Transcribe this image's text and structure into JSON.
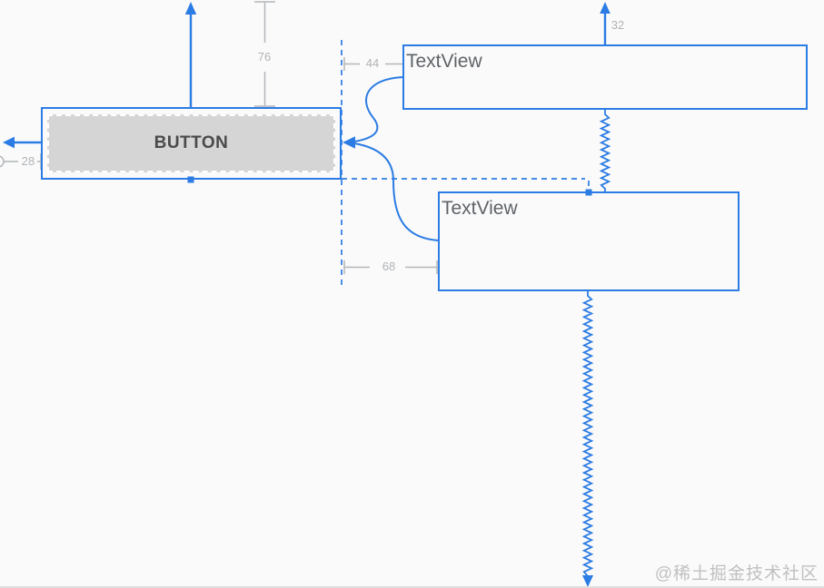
{
  "surface": {
    "watermark": "@稀土掘金技术社区"
  },
  "widgets": {
    "button": {
      "label": "BUTTON"
    },
    "textview_top": {
      "label": "TextView"
    },
    "textview_middle": {
      "label": "TextView"
    }
  },
  "margins": {
    "button_top": "76",
    "button_left": "28",
    "textview_top_top": "32",
    "textview_top_left": "44",
    "textview_middle_left": "68"
  },
  "colors": {
    "constraint_blue": "#2b7ce4",
    "measure_gray": "#b3b6b9",
    "widget_text_gray": "#5f6368",
    "button_fill_gray": "#d5d5d5"
  }
}
